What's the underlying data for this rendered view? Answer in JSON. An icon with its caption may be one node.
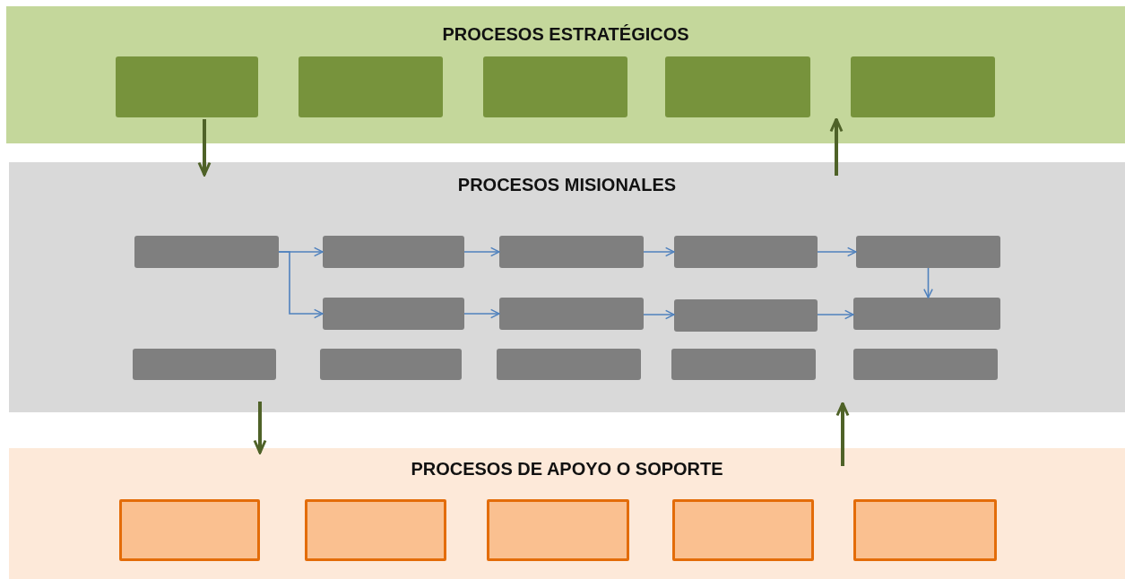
{
  "diagram": {
    "nodes": [
      {
        "text": [
          "PROCESOS ESTRATÉGICOS"
        ]
      },
      {
        "text": [],
        "shape": "box",
        "in": 0
      },
      {
        "text": [],
        "shape": "box",
        "in": 0
      },
      {
        "text": [],
        "shape": "box",
        "in": 0
      },
      {
        "text": [],
        "shape": "box",
        "in": 0
      },
      {
        "text": [],
        "shape": "box",
        "in": 0
      },
      {
        "text": [
          "PROCESOS MISIONALES"
        ]
      },
      {
        "text": [],
        "shape": "box",
        "in": 6
      },
      {
        "text": [],
        "shape": "box",
        "in": 6
      },
      {
        "text": [],
        "shape": "box",
        "in": 6
      },
      {
        "text": [],
        "shape": "box",
        "in": 6
      },
      {
        "text": [],
        "shape": "box",
        "in": 6
      },
      {
        "text": [],
        "shape": "box",
        "in": 6
      },
      {
        "text": [],
        "shape": "box",
        "in": 6
      },
      {
        "text": [],
        "shape": "box",
        "in": 6
      },
      {
        "text": [],
        "shape": "box",
        "in": 6
      },
      {
        "text": [],
        "shape": "box",
        "in": 6
      },
      {
        "text": [],
        "shape": "box",
        "in": 6
      },
      {
        "text": [],
        "shape": "box",
        "in": 6
      },
      {
        "text": [],
        "shape": "box",
        "in": 6
      },
      {
        "text": [],
        "shape": "box",
        "in": 6
      },
      {
        "text": [
          "PROCESOS DE APOYO O SOPORTE"
        ]
      },
      {
        "text": [],
        "shape": "box",
        "in": 21
      },
      {
        "text": [],
        "shape": "box",
        "in": 21
      },
      {
        "text": [],
        "shape": "box",
        "in": 21
      },
      {
        "text": [],
        "shape": "box",
        "in": 21
      },
      {
        "text": [],
        "shape": "box",
        "in": 21
      }
    ],
    "edges": [
      {
        "from": 7,
        "to": 8,
        "arrow": "to"
      },
      {
        "from": 7,
        "to": 12,
        "arrow": "to"
      },
      {
        "from": 8,
        "to": 9,
        "arrow": "to"
      },
      {
        "from": 9,
        "to": 10,
        "arrow": "to"
      },
      {
        "from": 10,
        "to": 11,
        "arrow": "to"
      },
      {
        "from": 11,
        "to": 15,
        "arrow": "to"
      },
      {
        "from": 12,
        "to": 13,
        "arrow": "to"
      },
      {
        "from": 13,
        "to": 14,
        "arrow": "to"
      },
      {
        "from": 14,
        "to": 15,
        "arrow": "to"
      },
      {
        "from": 1,
        "to": 6,
        "arrow": "to",
        "style": "thick",
        "color": "#4f6228"
      },
      {
        "from": 6,
        "to": 5,
        "arrow": "to",
        "style": "thick",
        "color": "#4f6228"
      },
      {
        "from": 6,
        "to": 21,
        "arrow": "to",
        "style": "thick",
        "color": "#4f6228"
      },
      {
        "from": 21,
        "to": 6,
        "arrow": "to",
        "style": "thick",
        "color": "#4f6228"
      }
    ]
  }
}
